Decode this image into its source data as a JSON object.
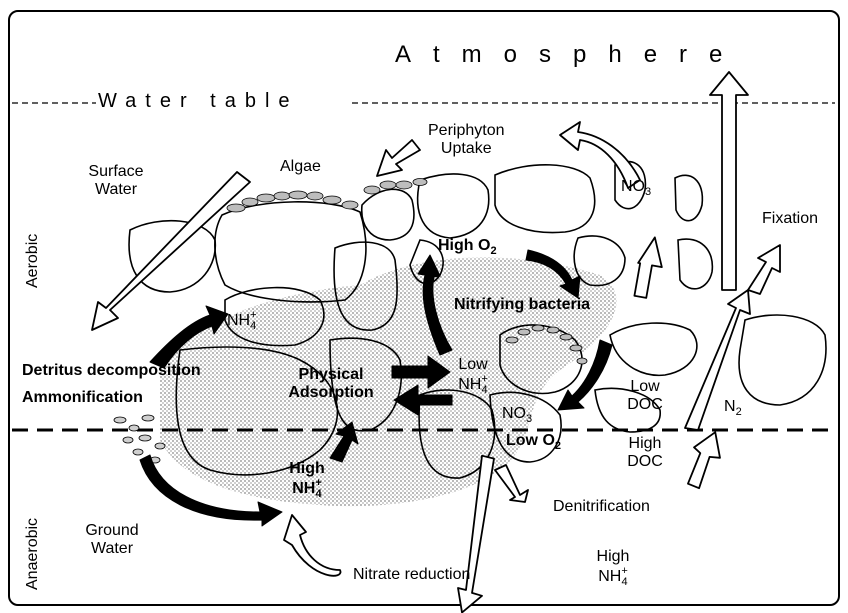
{
  "labels": {
    "atmosphere": "Atmosphere",
    "water_table": "Water table",
    "periphyton": "Periphyton",
    "uptake": "Uptake",
    "algae": "Algae",
    "surface": "Surface",
    "water_surface": "Water",
    "aerobic": "Aerobic",
    "anaerobic": "Anaerobic",
    "ground": "Ground",
    "water_ground": "Water",
    "nh4_base": "NH",
    "nh4_sub": "4",
    "nh4_sup": "+",
    "no3_base": "NO",
    "no3_sub": "3",
    "high": "High",
    "low": "Low",
    "o2_base": "O",
    "o2_sub": "2",
    "n2_base": "N",
    "n2_sub": "2",
    "nitrifying_bacteria": "Nitrifying bacteria",
    "fixation": "Fixation",
    "detritus_decomposition": "Detritus decomposition",
    "ammonification": "Ammonification",
    "physical": "Physical",
    "adsorption": "Adsorption",
    "doc": "DOC",
    "denitrification": "Denitrification",
    "nitrate_reduction": "Nitrate reduction"
  }
}
